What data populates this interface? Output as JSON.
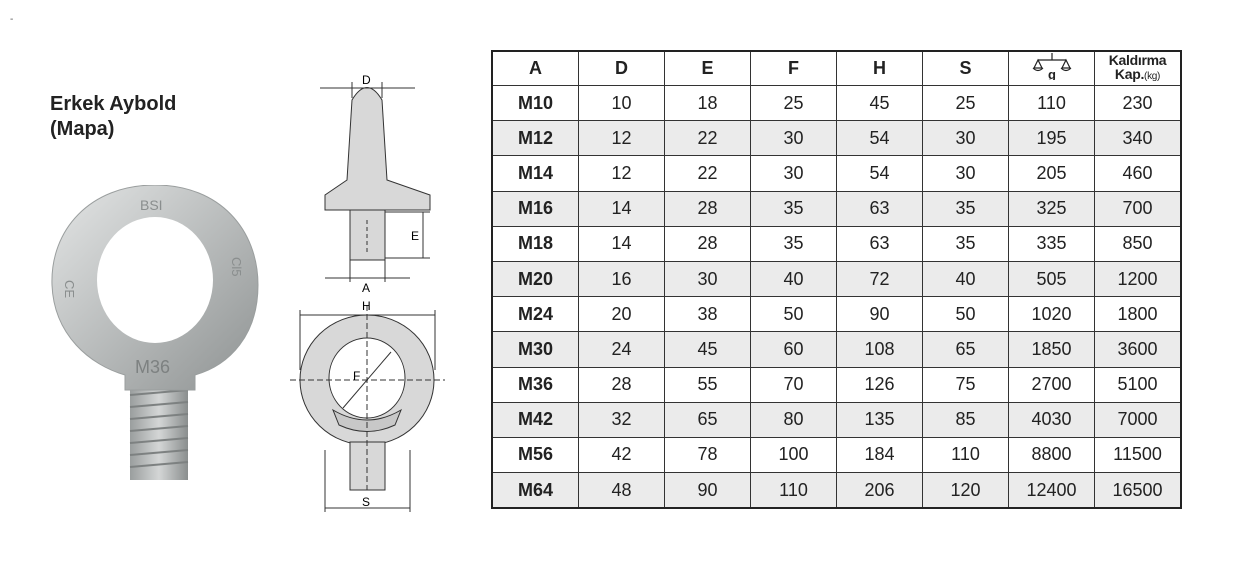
{
  "title_line1": "Erkek Aybold",
  "title_line2": "(Mapa)",
  "corner_mark": "-",
  "photo_markings": [
    "BSI",
    "M36",
    "CE",
    "Cl5"
  ],
  "diagram_labels": {
    "D": "D",
    "E": "E",
    "A": "A",
    "H": "H",
    "F": "F",
    "S": "S"
  },
  "table": {
    "headers": [
      "A",
      "D",
      "E",
      "F",
      "H",
      "S"
    ],
    "weight_header": {
      "icon": "scale-icon",
      "unit": "g"
    },
    "capacity_header": {
      "line1": "Kaldırma",
      "line2": "Kap.",
      "unit": "(kg)"
    },
    "rows": [
      [
        "M10",
        "10",
        "18",
        "25",
        "45",
        "25",
        "110",
        "230"
      ],
      [
        "M12",
        "12",
        "22",
        "30",
        "54",
        "30",
        "195",
        "340"
      ],
      [
        "M14",
        "12",
        "22",
        "30",
        "54",
        "30",
        "205",
        "460"
      ],
      [
        "M16",
        "14",
        "28",
        "35",
        "63",
        "35",
        "325",
        "700"
      ],
      [
        "M18",
        "14",
        "28",
        "35",
        "63",
        "35",
        "335",
        "850"
      ],
      [
        "M20",
        "16",
        "30",
        "40",
        "72",
        "40",
        "505",
        "1200"
      ],
      [
        "M24",
        "20",
        "38",
        "50",
        "90",
        "50",
        "1020",
        "1800"
      ],
      [
        "M30",
        "24",
        "45",
        "60",
        "108",
        "65",
        "1850",
        "3600"
      ],
      [
        "M36",
        "28",
        "55",
        "70",
        "126",
        "75",
        "2700",
        "5100"
      ],
      [
        "M42",
        "32",
        "65",
        "80",
        "135",
        "85",
        "4030",
        "7000"
      ],
      [
        "M56",
        "42",
        "78",
        "100",
        "184",
        "110",
        "8800",
        "11500"
      ],
      [
        "M64",
        "48",
        "90",
        "110",
        "206",
        "120",
        "12400",
        "16500"
      ]
    ]
  }
}
